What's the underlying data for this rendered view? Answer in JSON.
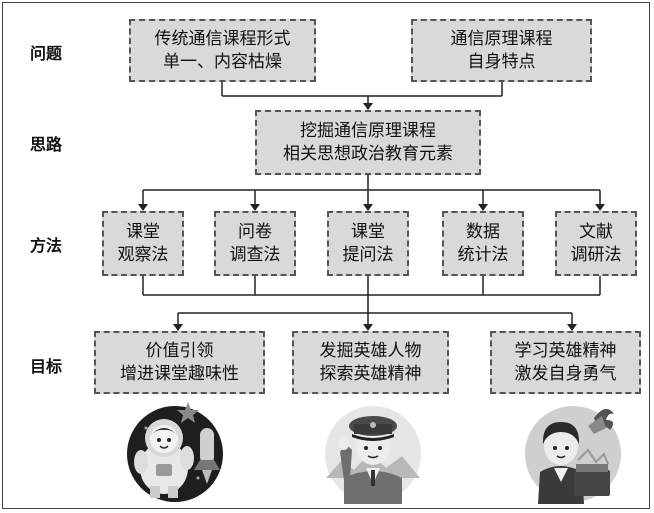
{
  "row_labels": {
    "problem": "问题",
    "idea": "思路",
    "method": "方法",
    "goal": "目标"
  },
  "problems": [
    {
      "line1": "传统通信课程形式",
      "line2": "单一、内容枯燥"
    },
    {
      "line1": "通信原理课程",
      "line2": "自身特点"
    }
  ],
  "idea": {
    "line1": "挖掘通信原理课程",
    "line2": "相关思想政治教育元素"
  },
  "methods": [
    {
      "line1": "课堂",
      "line2": "观察法"
    },
    {
      "line1": "问卷",
      "line2": "调查法"
    },
    {
      "line1": "课堂",
      "line2": "提问法"
    },
    {
      "line1": "数据",
      "line2": "统计法"
    },
    {
      "line1": "文献",
      "line2": "调研法"
    }
  ],
  "goals": [
    {
      "line1": "价值引领",
      "line2": "增进课堂趣味性"
    },
    {
      "line1": "发掘英雄人物",
      "line2": "探索英雄精神"
    },
    {
      "line1": "学习英雄精神",
      "line2": "激发自身勇气"
    }
  ],
  "illustrations": [
    "astronaut-child",
    "soldier-child",
    "student-child"
  ]
}
